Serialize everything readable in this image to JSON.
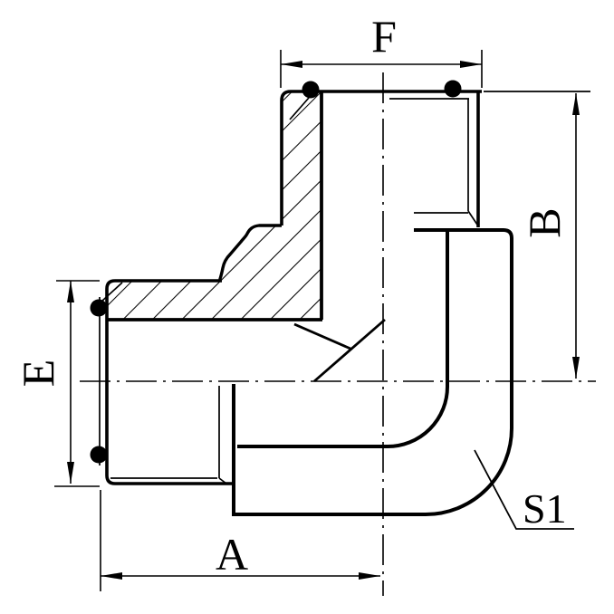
{
  "drawing": {
    "kind": "technical-section-drawing",
    "subject": "90-degree elbow fitting cross-section",
    "colors": {
      "line": "#000000",
      "background": "#ffffff"
    },
    "dimensions": {
      "top": {
        "label": "F",
        "edge": "top width of upper port"
      },
      "right": {
        "label": "B",
        "edge": "height from top face to horizontal axis"
      },
      "left": {
        "label": "E",
        "edge": "height of left port"
      },
      "bottom": {
        "label": "A",
        "edge": "length from left port face to vertical axis"
      },
      "corner": {
        "label": "S1",
        "edge": "outer corner radius / wrench flat"
      }
    }
  }
}
